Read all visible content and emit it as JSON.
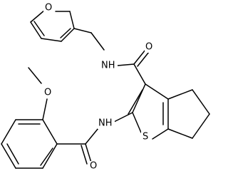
{
  "structure": {
    "atoms": {
      "furan_oxygen": "O",
      "amide_nitrogen_top": "NH",
      "amide_oxygen_top": "O",
      "amide_nitrogen_left": "NH",
      "ring_sulfur": "S",
      "methoxy_oxygen": "O",
      "amide_oxygen_bottom": "O"
    }
  }
}
